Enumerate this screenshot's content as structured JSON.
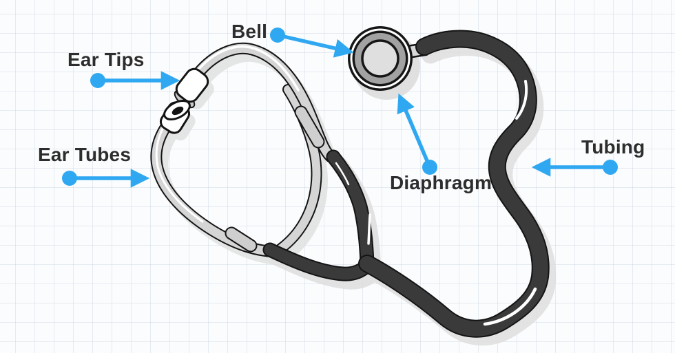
{
  "labels": {
    "bell": "Bell",
    "ear_tips": "Ear Tips",
    "ear_tubes": "Ear Tubes",
    "diaphragm": "Diaphragm",
    "tubing": "Tubing"
  },
  "colors": {
    "arrow_blue": "#2fa8f1",
    "label_text": "#2d2d2d",
    "tube_dark": "#3a3a3a",
    "tube_metal": "#d5d5d5",
    "chestpiece_ring": "#a2a2a2",
    "chestpiece_center": "#dfdfdf",
    "background": "#fbfcfd",
    "grid_line": "#e7ebf1"
  }
}
